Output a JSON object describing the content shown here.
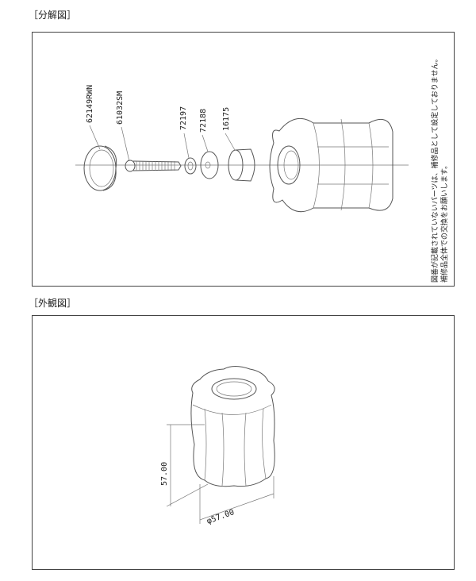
{
  "exploded_view": {
    "heading": "［分解図］",
    "parts": [
      "62149RWN",
      "61032SM",
      "72197",
      "72188",
      "16175"
    ],
    "note_line1": "図番が記載されていないパーツは、補修品として設定しておりません。",
    "note_line2": "補修品全体での交換をお願いします。"
  },
  "exterior_view": {
    "heading": "［外観図］",
    "height_dim": "57.00",
    "diameter_dim": "φ57.00"
  }
}
